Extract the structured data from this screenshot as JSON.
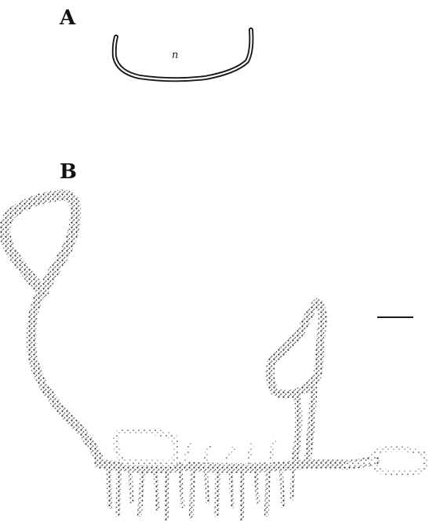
{
  "figure": {
    "panels": [
      {
        "label": "A",
        "annotation": "n"
      },
      {
        "label": "B"
      }
    ],
    "colors": {
      "ink": "#1a1a1a",
      "stipple": "#3a3a3a",
      "background": "#ffffff"
    }
  }
}
